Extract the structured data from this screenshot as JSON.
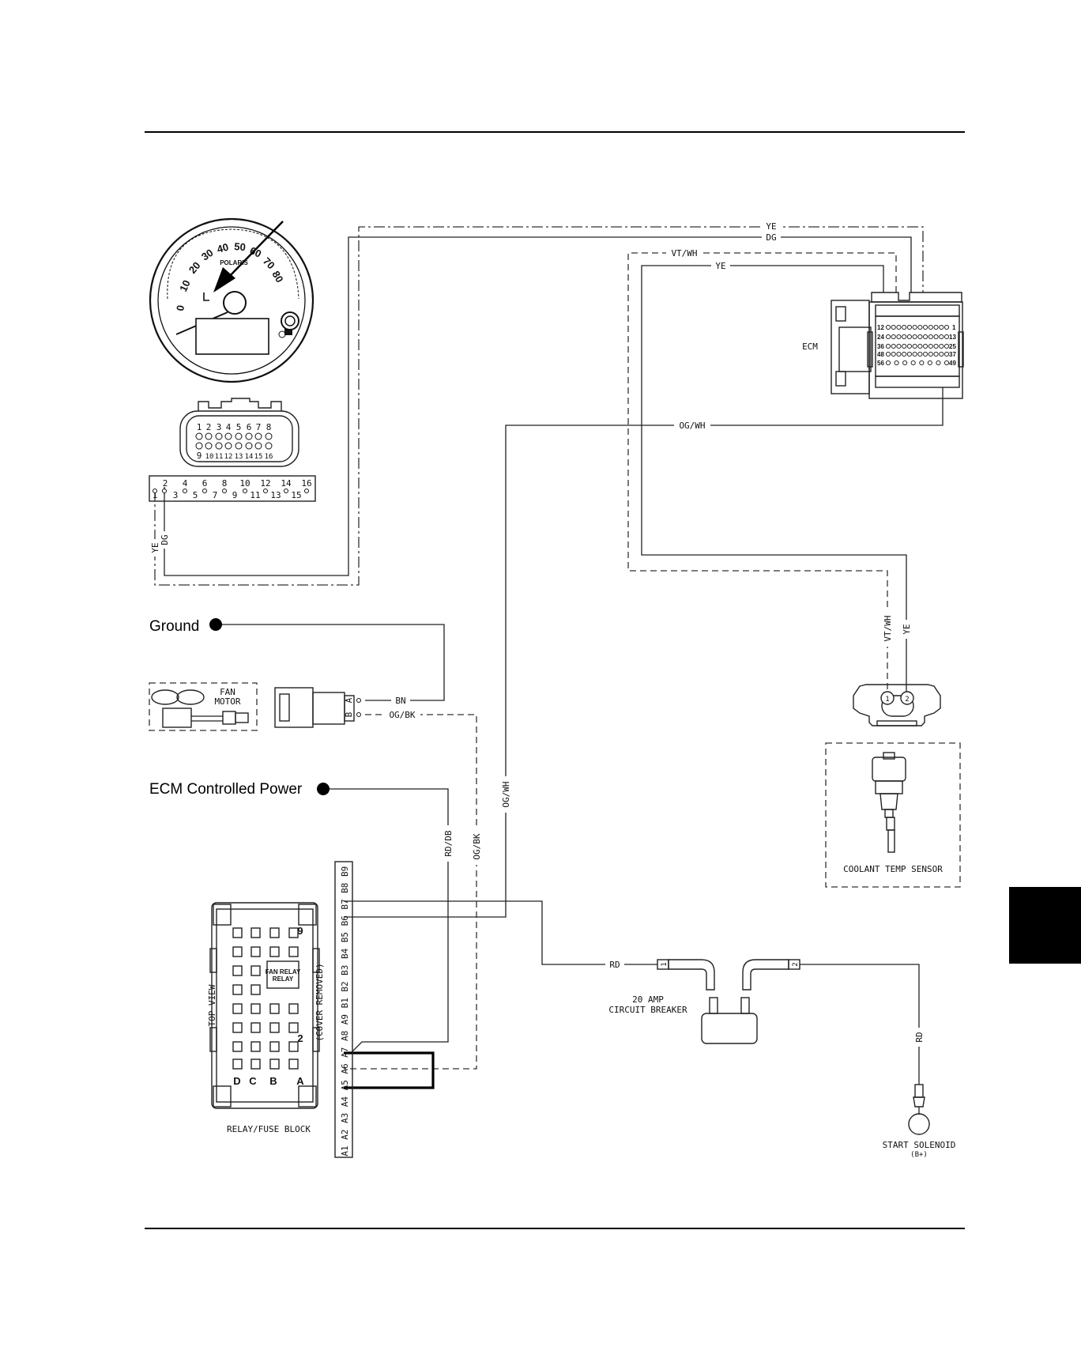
{
  "wire_labels": {
    "ye_top": "YE",
    "dg_top": "DG",
    "vtwh_top": "VT/WH",
    "ye_mid": "YE",
    "ogwh_h": "OG/WH",
    "ye_gauge": "YE",
    "dg_gauge": "DG",
    "vtwh_sensor": "VT/WH",
    "ye_sensor": "YE",
    "bn": "BN",
    "ogbk_h": "OG/BK",
    "rddb": "RD/DB",
    "ogbk_v": "OG/BK",
    "ogwh_v": "OG/WH",
    "rd_h": "RD",
    "rd_v": "RD"
  },
  "components": {
    "ecm": "ECM",
    "fan_motor_line1": "FAN",
    "fan_motor_line2": "MOTOR",
    "coolant_sensor": "COOLANT TEMP SENSOR",
    "breaker_line1": "20 AMP",
    "breaker_line2": "CIRCUIT BREAKER",
    "start_solenoid_line1": "START SOLENOID",
    "start_solenoid_line2": "(B+)",
    "relay_block": "RELAY/FUSE BLOCK",
    "top_view": "TOP VIEW",
    "cover_removed": "(COVER REMOVED)",
    "fan_relay_line1": "FAN RELAY",
    "fan_relay_line2": "RELAY"
  },
  "callouts": {
    "ground": "Ground",
    "ecm_power": "ECM Controlled Power"
  },
  "pins": {
    "fan_a": "A",
    "fan_b": "B",
    "sensor_1": "1",
    "sensor_2": "2",
    "breaker_1": "1",
    "breaker_2": "2",
    "relay_letters": [
      "D",
      "C",
      "B",
      "A"
    ],
    "relay_numbers": [
      "9",
      "2"
    ],
    "ecm_row_left": [
      "12",
      "24",
      "36",
      "48",
      "56"
    ],
    "ecm_row_right": [
      "1",
      "13",
      "25",
      "37",
      "49"
    ],
    "gauge_plug_top": [
      "1",
      "2",
      "3",
      "4",
      "5",
      "6",
      "7",
      "8"
    ],
    "gauge_plug_bottom": [
      "9",
      "10",
      "11",
      "12",
      "13",
      "14",
      "15",
      "16"
    ],
    "gauge_strip_even": [
      "2",
      "4",
      "6",
      "8",
      "10",
      "12",
      "14",
      "16"
    ],
    "gauge_strip_odd": [
      "1",
      "3",
      "5",
      "7",
      "9",
      "11",
      "13",
      "15"
    ],
    "block_terminals": [
      "A1",
      "A2",
      "A3",
      "A4",
      "A5",
      "A6",
      "A7",
      "A8",
      "A9",
      "B1",
      "B2",
      "B3",
      "B4",
      "B5",
      "B6",
      "B7",
      "B8",
      "B9"
    ]
  },
  "gauge": {
    "dial_numbers": [
      "0",
      "10",
      "20",
      "30",
      "40",
      "50",
      "60",
      "70",
      "80"
    ],
    "brand": "POLARIS"
  }
}
